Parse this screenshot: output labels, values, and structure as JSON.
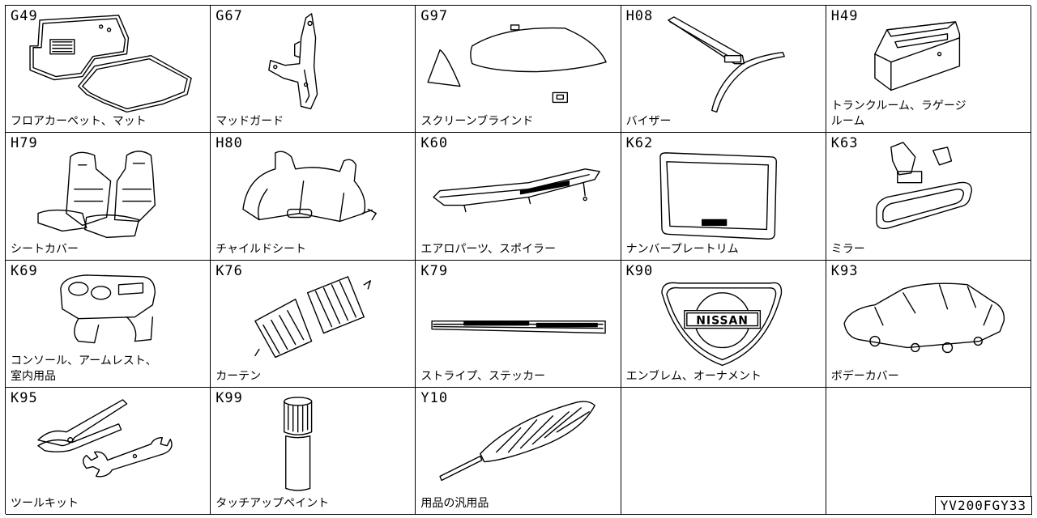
{
  "document_id": "YV200FGY33",
  "parts": [
    {
      "code": "G49",
      "label": "フロアカーペット、マット",
      "icon": "floor-mat-icon"
    },
    {
      "code": "G67",
      "label": "マッドガード",
      "icon": "mud-guard-icon"
    },
    {
      "code": "G97",
      "label": "スクリーンブラインド",
      "icon": "screen-blind-icon"
    },
    {
      "code": "H08",
      "label": "バイザー",
      "icon": "visor-icon"
    },
    {
      "code": "H49",
      "label": "トランクルーム、ラゲージ\nルーム",
      "icon": "trunk-box-icon"
    },
    {
      "code": "H79",
      "label": "シートカバー",
      "icon": "seat-cover-icon"
    },
    {
      "code": "H80",
      "label": "チャイルドシート",
      "icon": "child-seat-icon"
    },
    {
      "code": "K60",
      "label": "エアロパーツ、スポイラー",
      "icon": "spoiler-icon"
    },
    {
      "code": "K62",
      "label": "ナンバープレートリム",
      "icon": "plate-rim-icon"
    },
    {
      "code": "K63",
      "label": "ミラー",
      "icon": "mirror-icon"
    },
    {
      "code": "K69",
      "label": "コンソール、アームレスト、\n室内用品",
      "icon": "console-icon"
    },
    {
      "code": "K76",
      "label": "カーテン",
      "icon": "curtain-icon"
    },
    {
      "code": "K79",
      "label": "ストライプ、ステッカー",
      "icon": "stripe-icon"
    },
    {
      "code": "K90",
      "label": "エンブレム、オーナメント",
      "icon": "emblem-icon",
      "emblem_text": "NISSAN"
    },
    {
      "code": "K93",
      "label": "ボデーカバー",
      "icon": "body-cover-icon"
    },
    {
      "code": "K95",
      "label": "ツールキット",
      "icon": "tool-kit-icon"
    },
    {
      "code": "K99",
      "label": "タッチアップペイント",
      "icon": "touch-up-paint-icon"
    },
    {
      "code": "Y10",
      "label": "用品の汎用品",
      "icon": "duster-icon"
    }
  ]
}
